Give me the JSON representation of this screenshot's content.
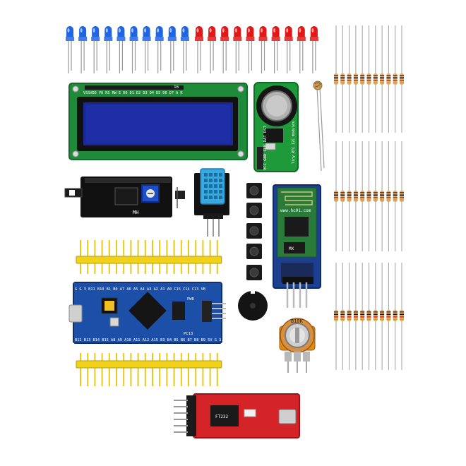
{
  "scene": {
    "background": "#ffffff",
    "colors": {
      "led_blue": "#1e64e6",
      "led_red": "#e01818",
      "pcb_green": "#1f8a3a",
      "pcb_blue": "#1c3f8f",
      "pcb_red": "#d42428",
      "lcd_screen": "#1a2a9a",
      "header_gold": "#e8c820",
      "sensor_blue": "#3aa8e0"
    }
  },
  "labels": {
    "lcd_pins": "VSSVDD VO RS RW E  D0 D1 D2 D3 D4 D5 D6 D7  A  K",
    "lcd_num": "16",
    "rtc_pins": "VCC GND CLK DAT RST",
    "rtc_module": "Tiny RTC  I2C modules",
    "i2c_mh": "MH",
    "bt_brand": "www.hc01.com",
    "bt_mark": "MX",
    "stm32_top": "G  G  3  B11 B10 B1  B0  A7  A6  A5  A4  A3  A2  A1  A0  C15 C14 C13 VB",
    "stm32_bottom": "B12 B13 B14 B15 A8  A9  A10 A11 A12 A15 B3  B4  B5  B6  B7  B8  B9  5V  G  3.3",
    "stm32_pwr": "PWR",
    "stm32_pc13": "PC13",
    "pot_value": "B10K",
    "ftdi_chip": "FT232"
  }
}
